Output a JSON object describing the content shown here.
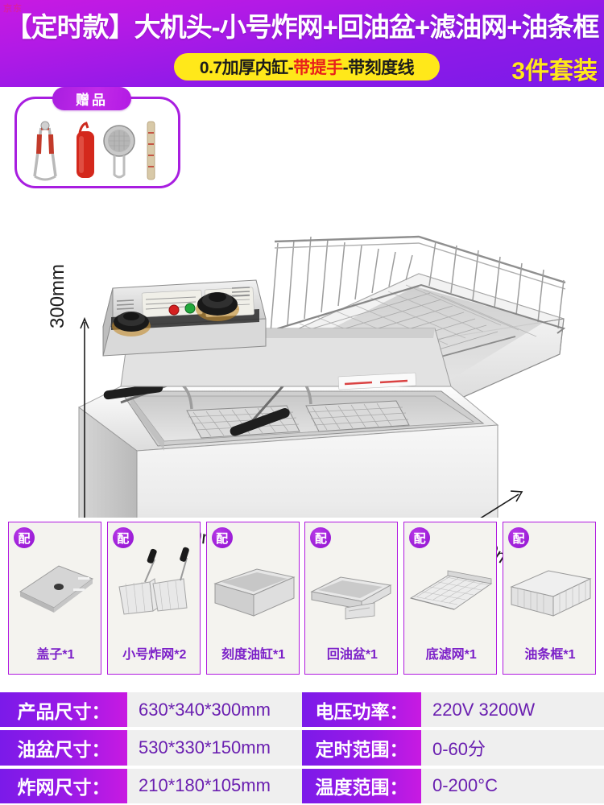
{
  "header": {
    "watermark": "京东",
    "title": "【定时款】大机头-小号炸网+回油盆+滤油网+油条框",
    "pill_part1": "0.7加厚内缸-",
    "pill_highlight": "带提手",
    "pill_part2": "-带刻度线",
    "set_badge": "3件套装",
    "accent_purple": "#8f1ae8",
    "accent_magenta": "#c81ae2",
    "accent_yellow": "#ffe81a",
    "accent_red": "#e8201c"
  },
  "gift": {
    "label": "赠品",
    "items": [
      {
        "name": "tongs-icon",
        "label": "食品夹"
      },
      {
        "name": "squeeze-bottle-icon",
        "label": "酱料瓶"
      },
      {
        "name": "strainer-icon",
        "label": "漏勺"
      },
      {
        "name": "thermometer-icon",
        "label": "油温计"
      }
    ]
  },
  "product": {
    "name": "电炸炉",
    "dimensions": {
      "height": "300mm",
      "width": "630mm",
      "depth": "340mm"
    },
    "warning_sticker": "请勿加热，金属注意",
    "control_panel": {
      "knob_left": "温控旋钮",
      "knob_right": "定时旋钮",
      "light_power": "电源指示灯",
      "light_heat": "加热指示灯"
    }
  },
  "accessories": {
    "badge": "配",
    "items": [
      {
        "caption": "盖子*1",
        "icon": "lid-icon"
      },
      {
        "caption": "小号炸网*2",
        "icon": "fry-basket-icon"
      },
      {
        "caption": "刻度油缸*1",
        "icon": "oil-tank-icon"
      },
      {
        "caption": "回油盆*1",
        "icon": "oil-return-pan-icon"
      },
      {
        "caption": "底滤网*1",
        "icon": "bottom-filter-icon"
      },
      {
        "caption": "油条框*1",
        "icon": "dough-stick-frame-icon"
      }
    ]
  },
  "specs": {
    "rows": [
      {
        "key": "产品尺寸：",
        "value": "630*340*300mm"
      },
      {
        "key": "电压功率：",
        "value": "220V  3200W"
      },
      {
        "key": "油盆尺寸：",
        "value": "530*330*150mm"
      },
      {
        "key": "定时范围：",
        "value": "0-60分"
      },
      {
        "key": "炸网尺寸：",
        "value": "210*180*105mm"
      },
      {
        "key": "温度范围：",
        "value": "0-200°C"
      }
    ]
  }
}
